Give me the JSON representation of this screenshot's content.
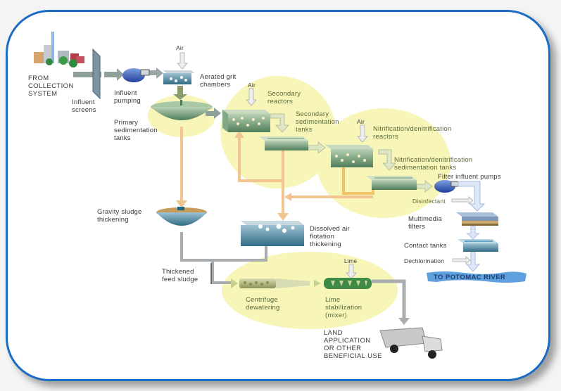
{
  "diagram": {
    "title": "Wastewater treatment process flow",
    "stages": {
      "source": "FROM\nCOLLECTION\nSYSTEM",
      "influent_screens": "Influent\nscreens",
      "influent_pumping": "Influent\npumping",
      "air_grit": "Air",
      "aerated_grit": "Aerated grit\nchambers",
      "primary_sed": "Primary\nsedimentation\ntanks",
      "air_secondary": "Air",
      "secondary_reactors": "Secondary\nreactors",
      "secondary_sed": "Secondary\nsedimentation\ntanks",
      "air_nitrification": "Air",
      "nit_reactors": "Nitrification/denitrification\nreactors",
      "nit_sed": "Nitrification/denitrification\nsedimentation tanks",
      "filter_pumps": "Filter influent pumps",
      "disinfectant": "Disinfectant",
      "multimedia_filters": "Multimedia\nfilters",
      "contact_tanks": "Contact tanks",
      "dechlorination": "Dechlorination",
      "river": "TO POTOMAC RIVER",
      "gravity_thickening": "Gravity sludge\nthickening",
      "daf_thickening": "Dissolved air\nflotation\nthickening",
      "thickened_feed": "Thickened\nfeed sludge",
      "lime": "Lime",
      "centrifuge": "Centrifuge\ndewatering",
      "lime_stabilization": "Lime\nstabilization\n(mixer)",
      "land_application": "LAND\nAPPLICATION\nOR OTHER\nBENEFICIAL USE"
    },
    "colors": {
      "frame_border": "#1a6cc4",
      "highlight": "#f7f5b8",
      "process_green": "#6f9a74",
      "sludge_line": "#f2c48f",
      "return_line": "#f3c36a",
      "pipe_grey": "#a9adb0",
      "water_blue": "#7fa6d8"
    }
  }
}
